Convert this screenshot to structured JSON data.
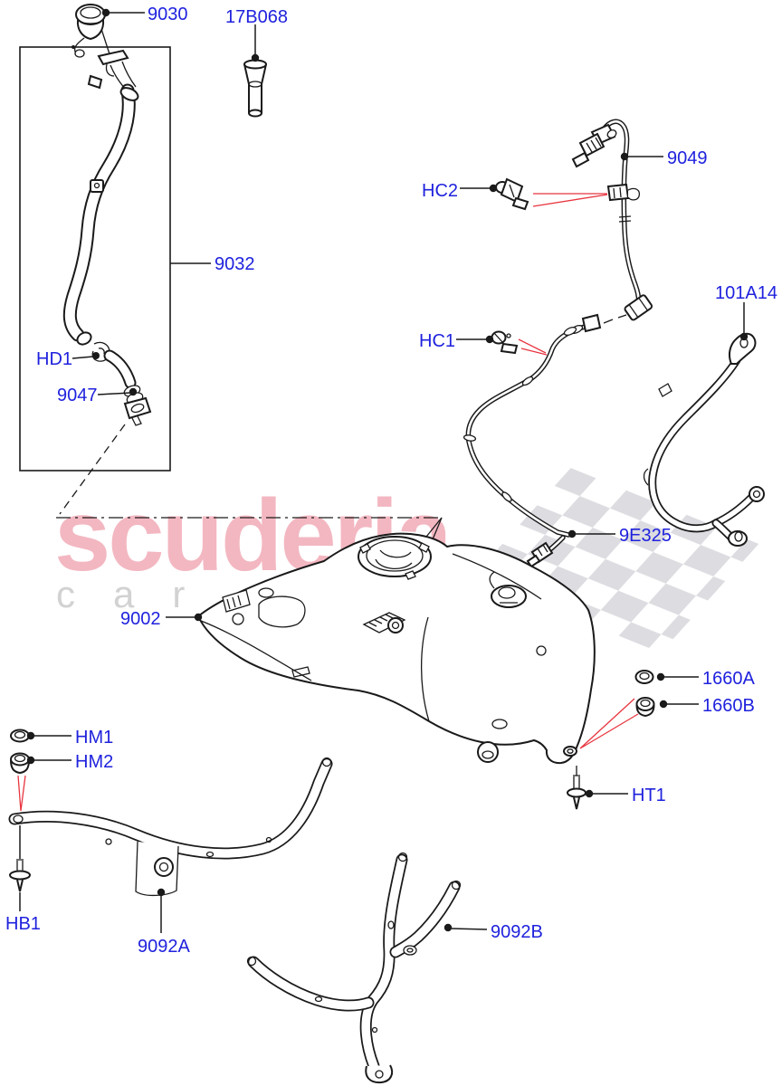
{
  "diagram": {
    "watermark": {
      "brand": "scuderia",
      "tagline": "car parts"
    },
    "labels": {
      "9030": "9030",
      "17B068": "17B068",
      "9032": "9032",
      "HD1": "HD1",
      "9047": "9047",
      "HC2": "HC2",
      "9049": "9049",
      "HC1": "HC1",
      "101A14": "101A14",
      "9E325": "9E325",
      "9002": "9002",
      "1660A": "1660A",
      "1660B": "1660B",
      "HM1": "HM1",
      "HM2": "HM2",
      "HT1": "HT1",
      "HB1": "HB1",
      "9092A": "9092A",
      "9092B": "9092B"
    },
    "colors": {
      "label": "#1f22dd",
      "line": "#1a1a1a",
      "red_leader": "#e8353f",
      "brand": "#f3b7c1",
      "tagline": "#d2d2d2",
      "checker": "#dcdce1",
      "background": "#ffffff"
    }
  }
}
